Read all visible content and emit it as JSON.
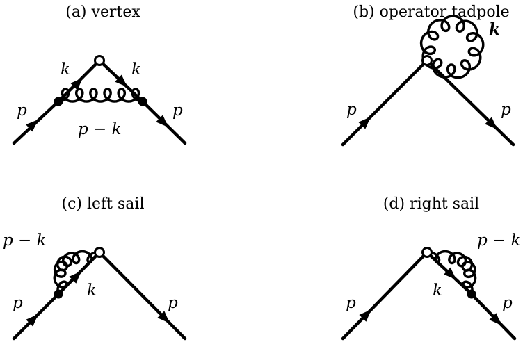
{
  "diagrams": {
    "a": {
      "caption": "(a) vertex",
      "labels": {
        "p_in": "p",
        "p_out": "p",
        "k_left": "k",
        "k_right": "k",
        "loop": "p − k"
      }
    },
    "b": {
      "caption": "(b) operator tadpole",
      "labels": {
        "p_in": "p",
        "p_out": "p",
        "loop": "k"
      }
    },
    "c": {
      "caption": "(c) left sail",
      "labels": {
        "p_in": "p",
        "p_out": "p",
        "k": "k",
        "gluon": "p − k"
      }
    },
    "d": {
      "caption": "(d) right sail",
      "labels": {
        "p_in": "p",
        "p_out": "p",
        "k": "k",
        "gluon": "p − k"
      }
    }
  },
  "colors": {
    "ink": "#000000",
    "background": "#ffffff"
  }
}
